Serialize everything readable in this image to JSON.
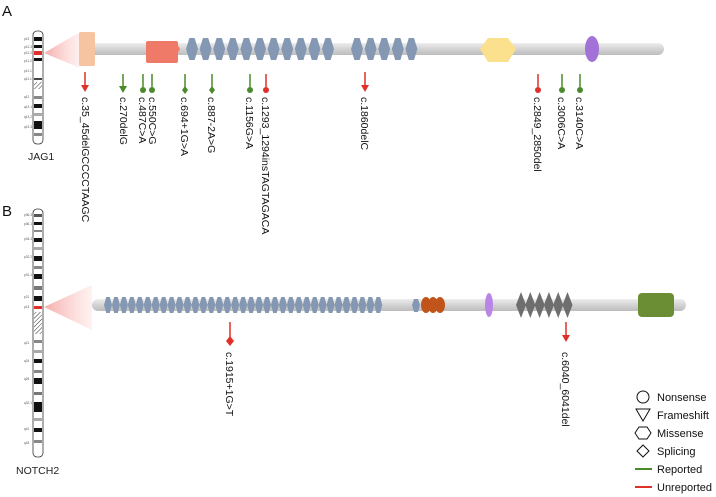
{
  "panels": [
    {
      "letter": "A",
      "gene": "JAG1",
      "mutations": [
        {
          "label": "c.35_45delGCCCCTAAGC",
          "type": "frameshift",
          "status": "unreported"
        },
        {
          "label": "c.270delG",
          "type": "frameshift",
          "status": "reported"
        },
        {
          "label": "c.487C>A",
          "type": "nonsense",
          "status": "reported"
        },
        {
          "label": "c.550C>G",
          "type": "nonsense",
          "status": "reported"
        },
        {
          "label": "c.694+1G>A",
          "type": "splicing",
          "status": "reported"
        },
        {
          "label": "c.887-2A>G",
          "type": "splicing",
          "status": "reported"
        },
        {
          "label": "c.1156G>A",
          "type": "nonsense",
          "status": "reported"
        },
        {
          "label": "c.1293_1294insTAGTAGACA",
          "type": "nonsense",
          "status": "unreported"
        },
        {
          "label": "c.1860delC",
          "type": "frameshift",
          "status": "unreported"
        },
        {
          "label": "c.2849_2850del",
          "type": "nonsense",
          "status": "unreported"
        },
        {
          "label": "c.3006C>A",
          "type": "nonsense",
          "status": "reported"
        },
        {
          "label": "c.3140C>A",
          "type": "nonsense",
          "status": "reported"
        }
      ]
    },
    {
      "letter": "B",
      "gene": "NOTCH2",
      "mutations": [
        {
          "label": "c.1915+1G>T",
          "type": "splicing",
          "status": "unreported"
        },
        {
          "label": "c.6040_6041del",
          "type": "frameshift",
          "status": "unreported"
        }
      ]
    }
  ],
  "legend": {
    "items": [
      {
        "shape": "circle",
        "label": "Nonsense"
      },
      {
        "shape": "triangle",
        "label": "Frameshift"
      },
      {
        "shape": "hexagon",
        "label": "Missense"
      },
      {
        "shape": "diamond",
        "label": "Splicing"
      },
      {
        "shape": "line",
        "label": "Reported",
        "color": "#4a8a2a"
      },
      {
        "shape": "line",
        "label": "Unreported",
        "color": "#e0302a"
      }
    ]
  },
  "colors": {
    "reported": "#4a8a2a",
    "unreported": "#e0302a",
    "backbone": "#d3d3d3",
    "egf_domain": "#8498b3",
    "jag1_mnnl": "#f6c4a0",
    "jag1_dsl": "#f07a68",
    "jag1_vwc": "#fbe08e",
    "jag1_tm": "#a272d8",
    "notch2_lnr": "#c0541a",
    "notch2_tm": "#b985e6",
    "notch2_ank": "#6e6e6e",
    "notch2_pest": "#6b8e34"
  }
}
